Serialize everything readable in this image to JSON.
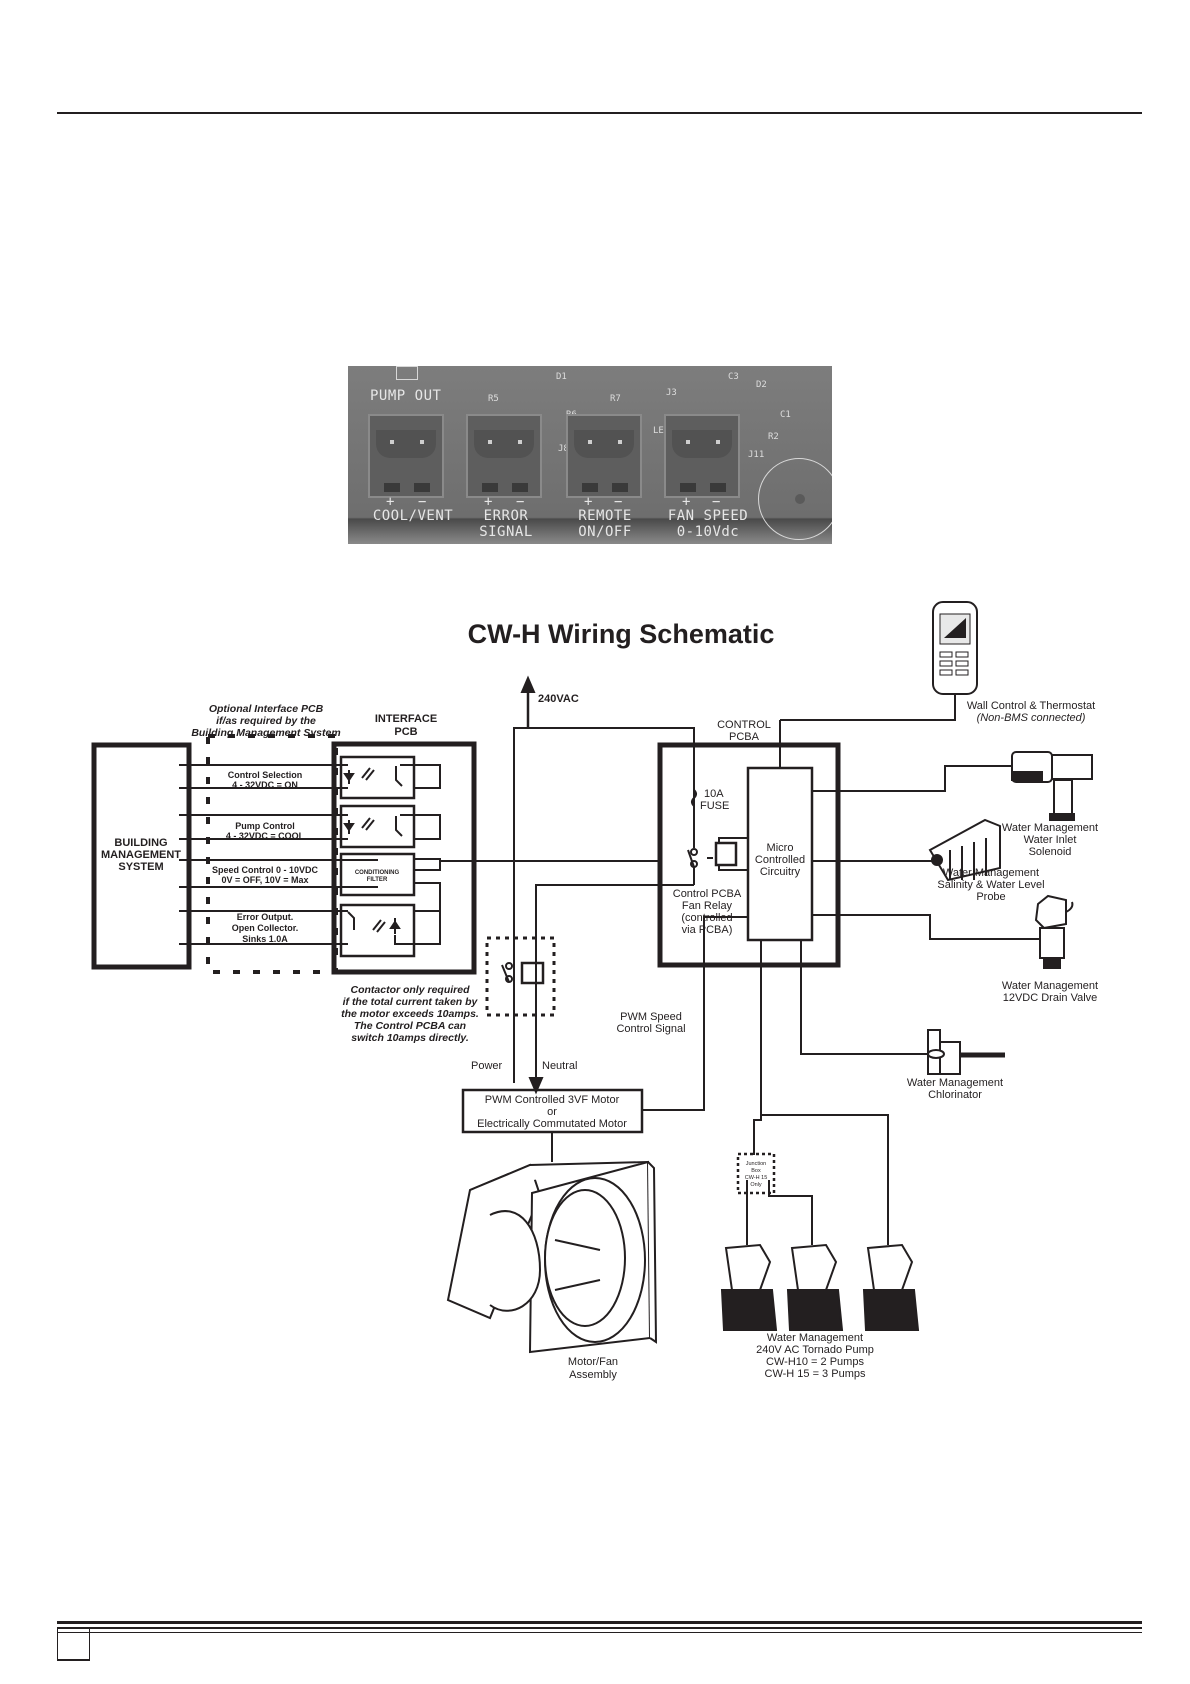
{
  "photo": {
    "caption_labels": {
      "pump_out": "PUMP OUT",
      "connectors": [
        {
          "line1": "COOL/VENT",
          "line2": "",
          "plus": "+",
          "minus": "−"
        },
        {
          "line1": "ERROR",
          "line2": "SIGNAL",
          "plus": "+",
          "minus": "−"
        },
        {
          "line1": "REMOTE",
          "line2": "ON/OFF",
          "plus": "+",
          "minus": "−"
        },
        {
          "line1": "FAN SPEED",
          "line2": "0-10Vdc",
          "plus": "+",
          "minus": "−"
        }
      ],
      "components": {
        "r5": "R5",
        "r6": "R6",
        "r7": "R7",
        "d1": "D1",
        "d2": "D2",
        "j3": "J3",
        "j8": "J8",
        "j11": "J11",
        "c1": "C1",
        "c3": "C3",
        "r2": "R2",
        "led": "LED"
      }
    }
  },
  "schematic": {
    "title": "CW-H Wiring Schematic",
    "supply": "240VAC",
    "optional_pcb": {
      "line1": "Optional Interface PCB",
      "line2": "if/as required by the",
      "line3": "Building Management System"
    },
    "interface_pcb": {
      "line1": "INTERFACE",
      "line2": "PCB"
    },
    "bms": {
      "line1": "BUILDING",
      "line2": "MANAGEMENT",
      "line3": "SYSTEM"
    },
    "signals": [
      {
        "line1": "Control Selection",
        "line2": "4 - 32VDC = ON",
        "line3": ""
      },
      {
        "line1": "Pump Control",
        "line2": "4 - 32VDC = COOL",
        "line3": ""
      },
      {
        "line1": "Speed Control 0 - 10VDC",
        "line2": "0V = OFF, 10V = Max",
        "line3": ""
      },
      {
        "line1": "Error Output.",
        "line2": "Open Collector.",
        "line3": "Sinks 1.0A"
      }
    ],
    "conditioning_filter": {
      "line1": "CONDITIONING",
      "line2": "FILTER"
    },
    "control_pcba": {
      "line1": "CONTROL",
      "line2": "PCBA"
    },
    "fuse": {
      "line1": "10A",
      "line2": "FUSE"
    },
    "micro": {
      "line1": "Micro",
      "line2": "Controlled",
      "line3": "Circuitry"
    },
    "fan_relay": {
      "line1": "Control PCBA",
      "line2": "Fan Relay",
      "line3": "(controlled",
      "line4": "via PCBA)"
    },
    "contactor_note": {
      "line1": "Contactor only required",
      "line2": "if the total current taken by",
      "line3": "the motor exceeds 10amps.",
      "line4": "The Control PCBA can",
      "line5": "switch 10amps directly."
    },
    "pwm_signal": {
      "line1": "PWM Speed",
      "line2": "Control Signal"
    },
    "power_label": "Power",
    "neutral_label": "Neutral",
    "motor_box": {
      "line1": "PWM Controlled 3VF Motor",
      "line2": "or",
      "line3": "Electrically Commutated Motor"
    },
    "motor_fan": {
      "line1": "Motor/Fan",
      "line2": "Assembly"
    },
    "junction_box": {
      "line1": "Junction",
      "line2": "Box",
      "line3": "CW-H 15",
      "line4": "Only"
    },
    "pumps": {
      "line1": "Water Management",
      "line2": "240V AC Tornado Pump",
      "line3": "CW-H10 = 2 Pumps",
      "line4": "CW-H 15 = 3 Pumps"
    },
    "wall_control": {
      "line1": "Wall Control & Thermostat",
      "line2": "(Non-BMS connected)"
    },
    "inlet_solenoid": {
      "line1": "Water Management",
      "line2": "Water Inlet",
      "line3": "Solenoid"
    },
    "salinity_probe": {
      "line1": "Water Management",
      "line2": "Salinity & Water Level",
      "line3": "Probe"
    },
    "drain_valve": {
      "line1": "Water Management",
      "line2": "12VDC Drain Valve"
    },
    "chlorinator": {
      "line1": "Water Management",
      "line2": "Chlorinator"
    }
  },
  "footer": {
    "page_number": ""
  }
}
